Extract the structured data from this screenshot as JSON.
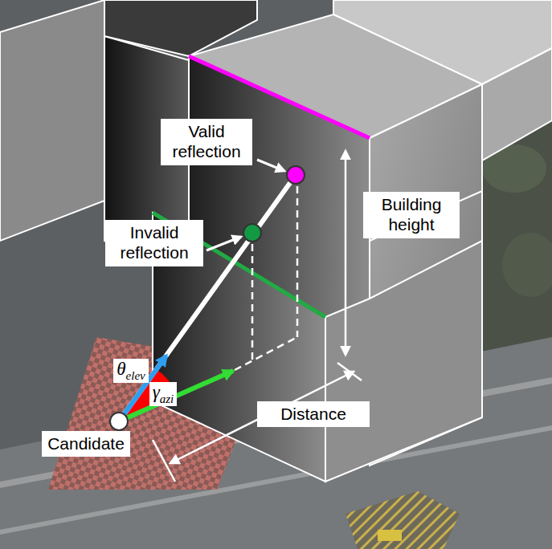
{
  "diagram": {
    "nodes": [
      {
        "text": [
          "Valid reflection"
        ]
      },
      {
        "text": [
          "Building height"
        ]
      },
      {
        "text": [
          "Invalid reflection"
        ]
      },
      {
        "text": [
          "Distance"
        ]
      },
      {
        "text": [
          "Candidate"
        ]
      }
    ],
    "labels": [
      "θelev",
      "γazi"
    ]
  }
}
